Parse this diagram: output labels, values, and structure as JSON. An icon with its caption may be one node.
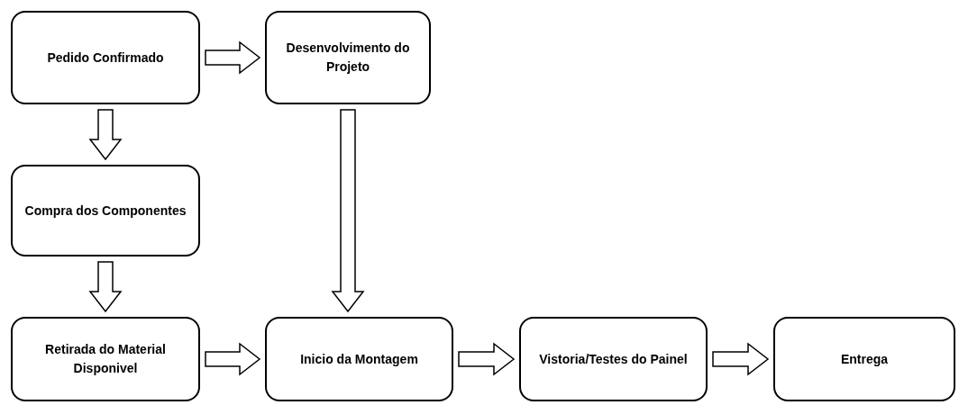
{
  "diagram": {
    "nodes": [
      {
        "text": [
          "Pedido Confirmado"
        ]
      },
      {
        "text": [
          "Desenvolvimento do Projeto"
        ]
      },
      {
        "text": [
          "Compra dos Componentes"
        ]
      },
      {
        "text": [
          "Retirada do Material Disponivel"
        ]
      },
      {
        "text": [
          "Inicio da Montagem"
        ]
      },
      {
        "text": [
          "Vistoria/Testes do Painel"
        ]
      },
      {
        "text": [
          "Entrega"
        ]
      }
    ],
    "edges": [
      {
        "from": 0,
        "to": 1,
        "arrow": "to"
      },
      {
        "from": 0,
        "to": 2,
        "arrow": "to"
      },
      {
        "from": 2,
        "to": 3,
        "arrow": "to"
      },
      {
        "from": 1,
        "to": 4,
        "arrow": "to"
      },
      {
        "from": 3,
        "to": 4,
        "arrow": "to"
      },
      {
        "from": 4,
        "to": 5,
        "arrow": "to"
      },
      {
        "from": 5,
        "to": 6,
        "arrow": "to"
      }
    ]
  }
}
